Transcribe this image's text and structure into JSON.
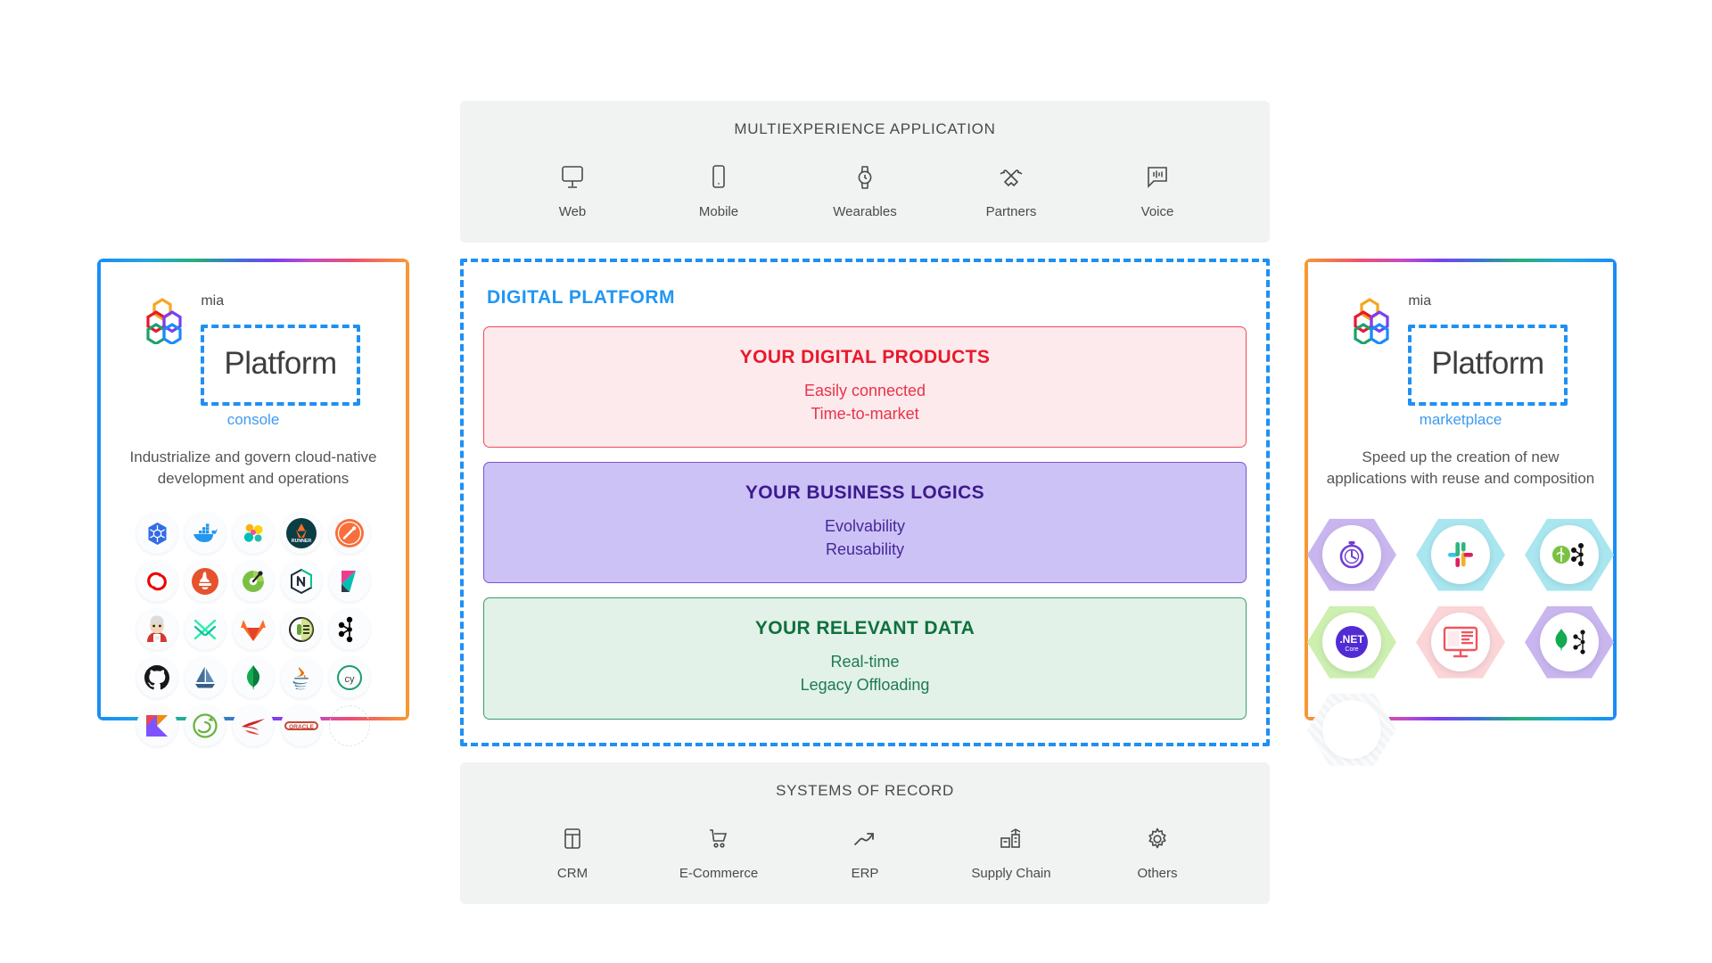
{
  "top_band": {
    "title": "MULTIEXPERIENCE APPLICATION",
    "items": [
      {
        "label": "Web",
        "icon": "monitor-icon"
      },
      {
        "label": "Mobile",
        "icon": "smartphone-icon"
      },
      {
        "label": "Wearables",
        "icon": "watch-icon"
      },
      {
        "label": "Partners",
        "icon": "handshake-icon"
      },
      {
        "label": "Voice",
        "icon": "voice-bubble-icon"
      }
    ]
  },
  "platform": {
    "title": "DIGITAL PLATFORM",
    "border_color": "#1e90f5",
    "layers": [
      {
        "heading": "YOUR DIGITAL PRODUCTS",
        "line1": "Easily connected",
        "line2": "Time-to-market",
        "bg": "#fdeaec",
        "border": "#ef4a5a",
        "text": "#e8192c"
      },
      {
        "heading": "YOUR BUSINESS LOGICS",
        "line1": "Evolvability",
        "line2": "Reusability",
        "bg": "#cdc2f5",
        "border": "#7a52d8",
        "text": "#3b1a8e"
      },
      {
        "heading": "YOUR RELEVANT DATA",
        "line1": "Real-time",
        "line2": "Legacy Offloading",
        "bg": "#e2f2e8",
        "border": "#3a9c6a",
        "text": "#10703f"
      }
    ]
  },
  "bottom_band": {
    "title": "SYSTEMS OF RECORD",
    "items": [
      {
        "label": "CRM",
        "icon": "layout-grid-icon"
      },
      {
        "label": "E-Commerce",
        "icon": "shopping-cart-icon"
      },
      {
        "label": "ERP",
        "icon": "trending-up-icon"
      },
      {
        "label": "Supply Chain",
        "icon": "crane-building-icon"
      },
      {
        "label": "Others",
        "icon": "gear-icon"
      }
    ]
  },
  "console_panel": {
    "brand_small": "mia",
    "brand_main": "Platform",
    "product": "console",
    "product_color": "#3e9bf0",
    "description": "Industrialize and govern cloud-native development and operations",
    "logos": [
      {
        "name": "kubernetes-icon"
      },
      {
        "name": "docker-icon"
      },
      {
        "name": "elastic-icon"
      },
      {
        "name": "gitlab-runner-icon"
      },
      {
        "name": "traefik-icon"
      },
      {
        "name": "openshift-icon"
      },
      {
        "name": "prometheus-icon"
      },
      {
        "name": "grafana-k6-icon"
      },
      {
        "name": "nginx-hexagon-icon"
      },
      {
        "name": "kibana-icon"
      },
      {
        "name": "jenkins-icon"
      },
      {
        "name": "linkerd-icon"
      },
      {
        "name": "gitlab-icon"
      },
      {
        "name": "envoy-icon"
      },
      {
        "name": "kafka-icon"
      },
      {
        "name": "github-icon"
      },
      {
        "name": "helm-icon"
      },
      {
        "name": "mongodb-icon"
      },
      {
        "name": "java-icon"
      },
      {
        "name": "cypress-icon"
      },
      {
        "name": "kotlin-icon"
      },
      {
        "name": "spring-icon"
      },
      {
        "name": "sqlserver-icon"
      },
      {
        "name": "oracle-icon"
      },
      {
        "name": "placeholder-icon"
      }
    ]
  },
  "marketplace_panel": {
    "brand_small": "mia",
    "brand_main": "Platform",
    "product": "marketplace",
    "product_color": "#3e9bf0",
    "description": "Speed up the creation of new applications with reuse and composition",
    "hexes": [
      {
        "name": "timer-clock-icon",
        "hex_color": "#c9b6ef"
      },
      {
        "name": "slack-icon",
        "hex_color": "#a9e6ef"
      },
      {
        "name": "kafka-connect-icon",
        "hex_color": "#a9e6ef"
      },
      {
        "name": "dotnet-core-icon",
        "hex_color": "#cdefb0"
      },
      {
        "name": "crud-screen-icon",
        "hex_color": "#fbd5d8"
      },
      {
        "name": "mongodb-kafka-icon",
        "hex_color": "#c9b6ef"
      },
      {
        "name": "placeholder-icon",
        "hex_color": "transparent"
      }
    ]
  }
}
